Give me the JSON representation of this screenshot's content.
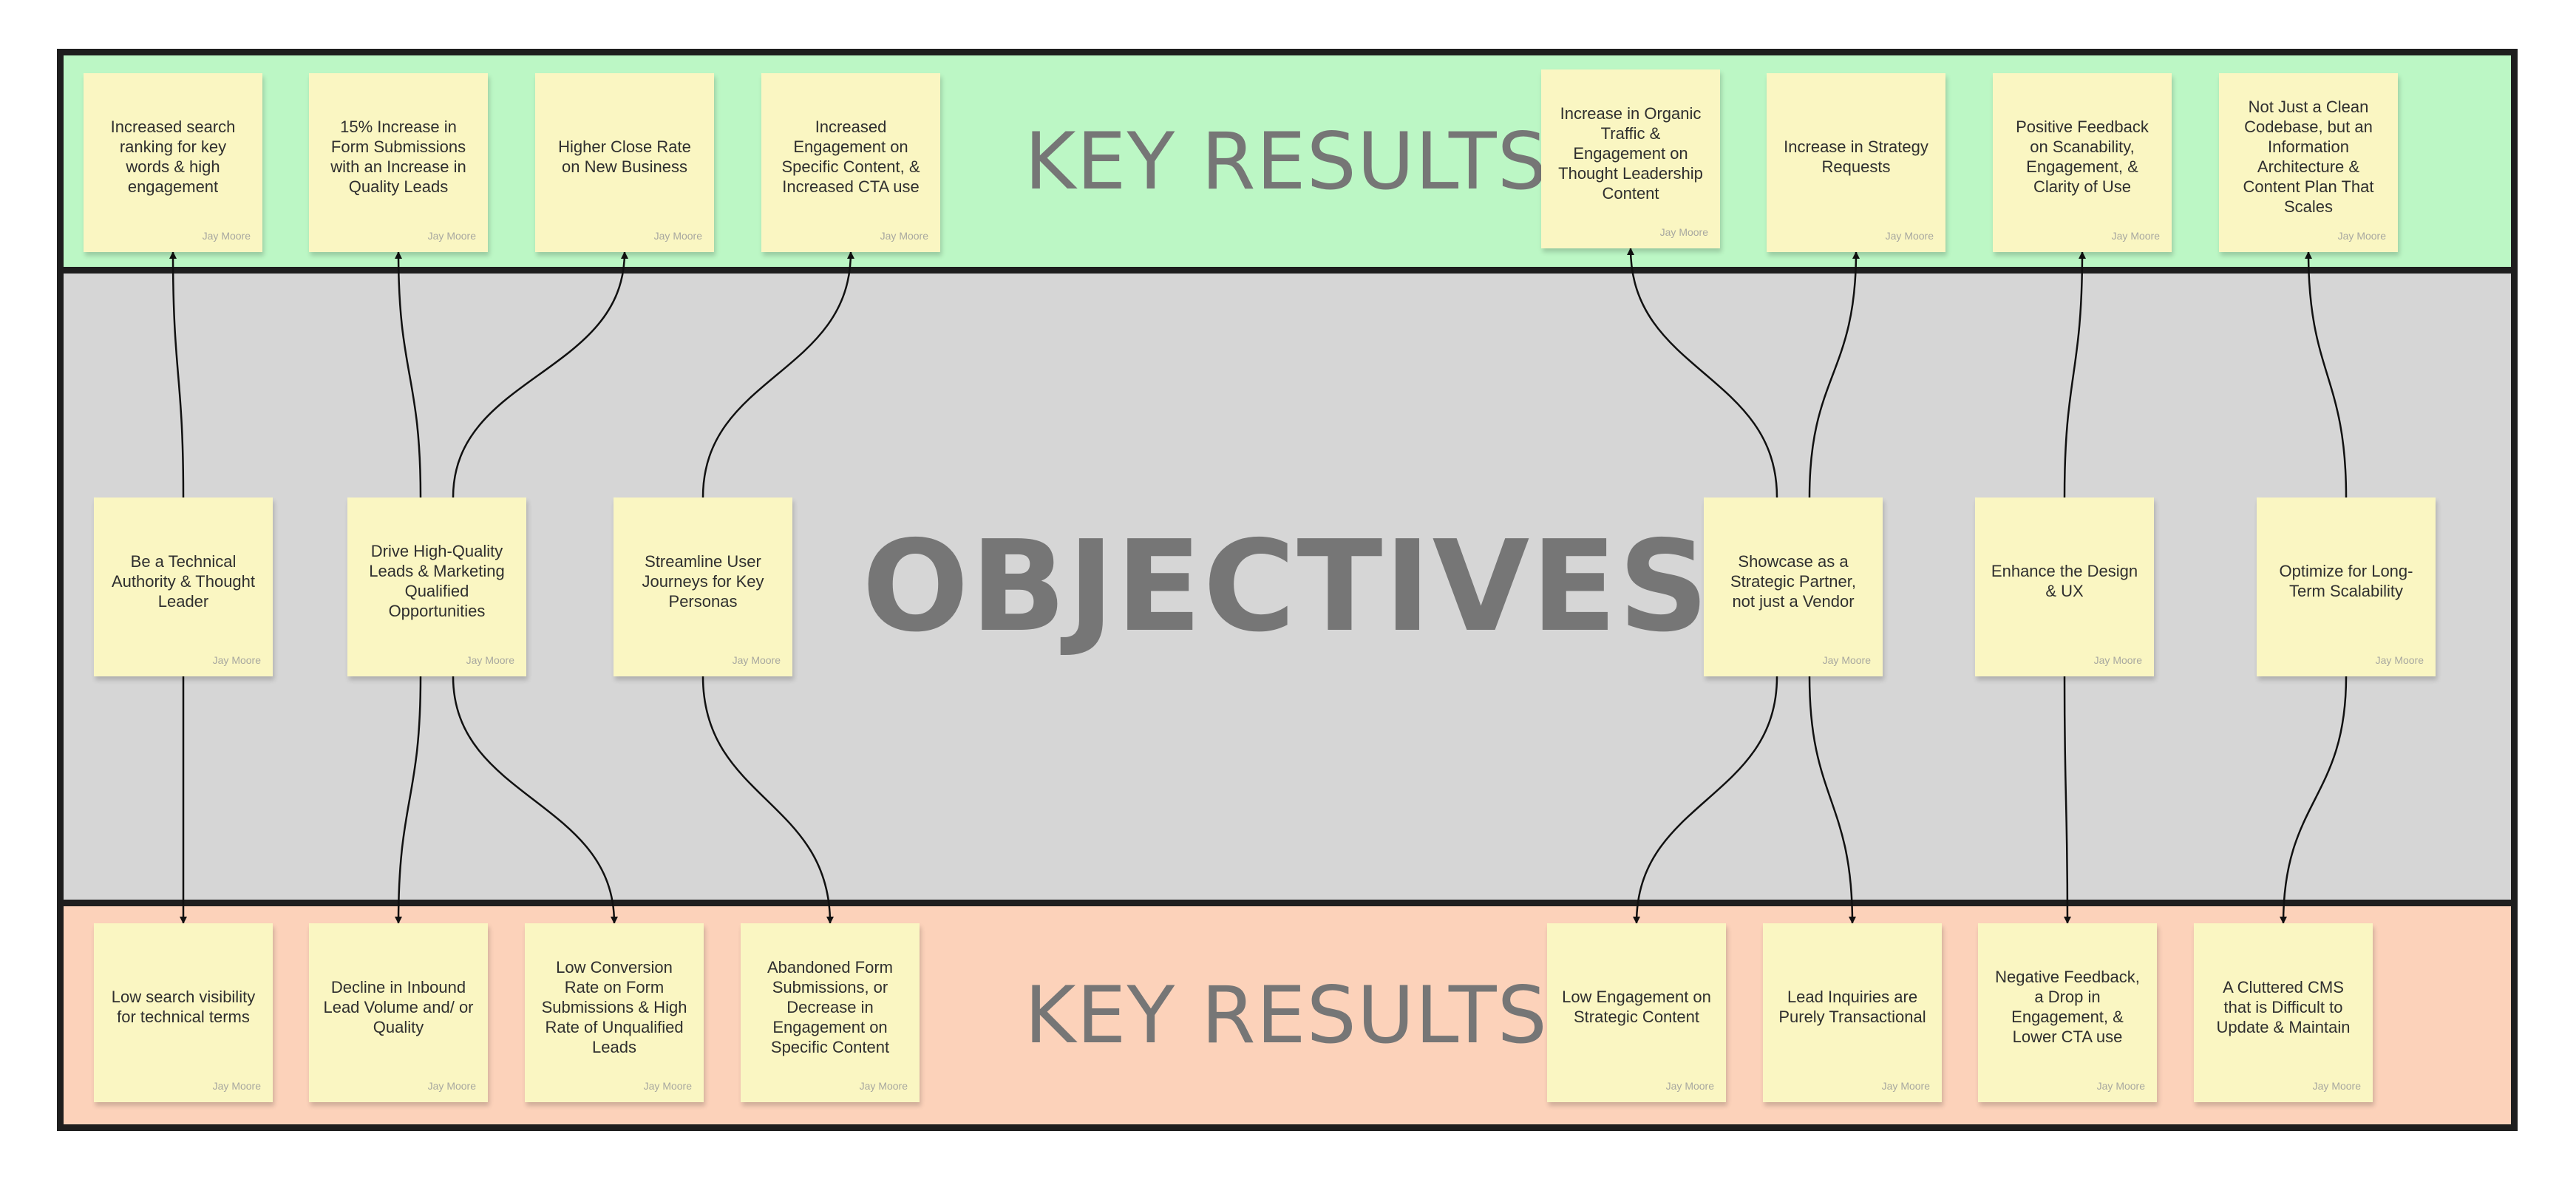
{
  "colors": {
    "key_results_top_bg": "#bcf7c5",
    "objectives_bg": "#d6d6d6",
    "key_results_bottom_bg": "#fcd2ba",
    "border": "#1e1e1e",
    "title": "#767676",
    "sticky_note": "#faf6c2",
    "connector": "#111111"
  },
  "sections": {
    "top_title": "KEY RESULTS",
    "middle_title": "OBJECTIVES",
    "bottom_title": "KEY RESULTS"
  },
  "notes": {
    "top": [
      {
        "id": "t1",
        "text": "Increased search ranking for key words & high engagement",
        "author": "Jay Moore"
      },
      {
        "id": "t2",
        "text": "15% Increase in Form Submissions with an Increase in Quality Leads",
        "author": "Jay Moore"
      },
      {
        "id": "t3",
        "text": "Higher Close Rate on New Business",
        "author": "Jay Moore"
      },
      {
        "id": "t4",
        "text": "Increased Engagement on Specific Content, & Increased CTA use",
        "author": "Jay Moore"
      },
      {
        "id": "t5",
        "text": "Increase in Organic Traffic & Engagement on Thought Leadership Content",
        "author": "Jay Moore"
      },
      {
        "id": "t6",
        "text": "Increase in Strategy Requests",
        "author": "Jay Moore"
      },
      {
        "id": "t7",
        "text": "Positive Feedback on Scanability, Engagement, & Clarity of Use",
        "author": "Jay Moore"
      },
      {
        "id": "t8",
        "text": "Not Just a Clean Codebase, but an Information Architecture & Content Plan That Scales",
        "author": "Jay Moore"
      }
    ],
    "middle": [
      {
        "id": "m1",
        "text": "Be a Technical Authority & Thought Leader",
        "author": "Jay Moore"
      },
      {
        "id": "m2",
        "text": "Drive High-Quality Leads & Marketing Qualified Opportunities",
        "author": "Jay Moore"
      },
      {
        "id": "m3",
        "text": "Streamline User Journeys for Key Personas",
        "author": "Jay Moore"
      },
      {
        "id": "m4",
        "text": "Showcase as a Strategic Partner, not just a Vendor",
        "author": "Jay Moore"
      },
      {
        "id": "m5",
        "text": "Enhance the Design & UX",
        "author": "Jay Moore"
      },
      {
        "id": "m6",
        "text": "Optimize for Long-Term Scalability",
        "author": "Jay Moore"
      }
    ],
    "bottom": [
      {
        "id": "b1",
        "text": "Low search visibility for technical terms",
        "author": "Jay Moore"
      },
      {
        "id": "b2",
        "text": "Decline in Inbound Lead Volume and/ or Quality",
        "author": "Jay Moore"
      },
      {
        "id": "b3",
        "text": "Low Conversion Rate on Form Submissions & High Rate of Unqualified Leads",
        "author": "Jay Moore"
      },
      {
        "id": "b4",
        "text": "Abandoned Form Submissions, or Decrease in Engagement on Specific Content",
        "author": "Jay Moore"
      },
      {
        "id": "b5",
        "text": "Low Engagement on Strategic Content",
        "author": "Jay Moore"
      },
      {
        "id": "b6",
        "text": "Lead Inquiries are Purely Transactional",
        "author": "Jay Moore"
      },
      {
        "id": "b7",
        "text": "Negative Feedback, a Drop in Engagement, & Lower CTA use",
        "author": "Jay Moore"
      },
      {
        "id": "b8",
        "text": "A Cluttered CMS that is Difficult to Update & Maintain",
        "author": "Jay Moore"
      }
    ]
  },
  "connectors": [
    {
      "from": "m1",
      "to": "t1"
    },
    {
      "from": "m2",
      "to": "t2"
    },
    {
      "from": "m2",
      "to": "t3"
    },
    {
      "from": "m3",
      "to": "t4"
    },
    {
      "from": "m4",
      "to": "t5"
    },
    {
      "from": "m4",
      "to": "t6"
    },
    {
      "from": "m5",
      "to": "t7"
    },
    {
      "from": "m6",
      "to": "t8"
    },
    {
      "from": "m1",
      "to": "b1"
    },
    {
      "from": "m2",
      "to": "b2"
    },
    {
      "from": "m2",
      "to": "b3"
    },
    {
      "from": "m3",
      "to": "b4"
    },
    {
      "from": "m4",
      "to": "b5"
    },
    {
      "from": "m4",
      "to": "b6"
    },
    {
      "from": "m5",
      "to": "b7"
    },
    {
      "from": "m6",
      "to": "b8"
    }
  ]
}
